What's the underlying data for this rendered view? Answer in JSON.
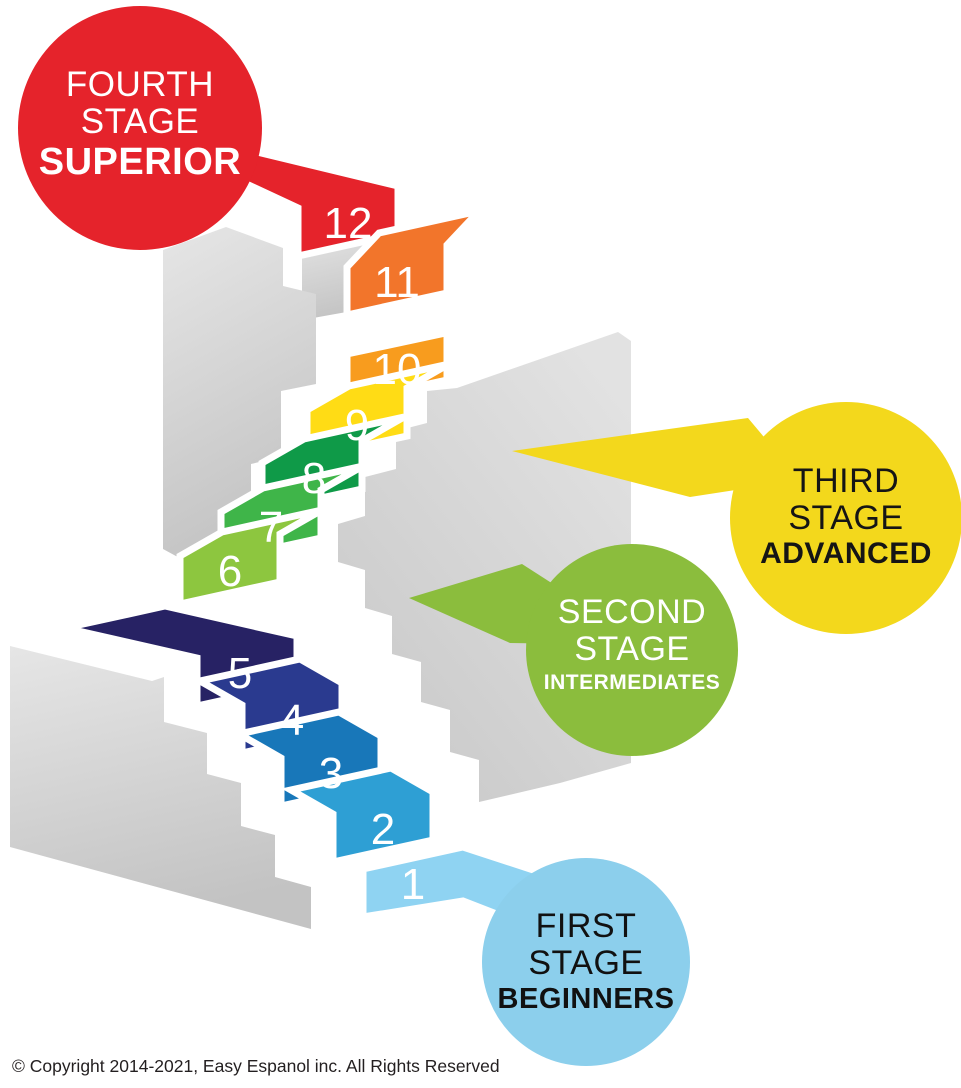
{
  "diagram": {
    "background": "#FFFFFF",
    "wall_color_top": "#E6E6E6",
    "wall_color_bottom": "#C3C3C3"
  },
  "steps": [
    {
      "number": "1",
      "color": "#8FD3F2"
    },
    {
      "number": "2",
      "color": "#2E9FD4"
    },
    {
      "number": "3",
      "color": "#1877B9"
    },
    {
      "number": "4",
      "color": "#2A3A8F"
    },
    {
      "number": "5",
      "color": "#272264"
    },
    {
      "number": "6",
      "color": "#8DC63F"
    },
    {
      "number": "7",
      "color": "#3FB549"
    },
    {
      "number": "8",
      "color": "#0F9A48"
    },
    {
      "number": "9",
      "color": "#FFDC15"
    },
    {
      "number": "10",
      "color": "#F89C1E"
    },
    {
      "number": "11",
      "color": "#F2752B"
    },
    {
      "number": "12",
      "color": "#E5232B"
    }
  ],
  "stages": [
    {
      "line1": "FIRST",
      "line2": "STAGE",
      "level": "BEGINNERS",
      "color": "#8CCFEC",
      "text_color": "#111111"
    },
    {
      "line1": "SECOND",
      "line2": "STAGE",
      "level": "INTERMEDIATES",
      "color": "#8BBD3D",
      "text_color": "#FFFFFF"
    },
    {
      "line1": "THIRD",
      "line2": "STAGE",
      "level": "ADVANCED",
      "color": "#F3D81C",
      "text_color": "#151515"
    },
    {
      "line1": "FOURTH",
      "line2": "STAGE",
      "level": "SUPERIOR",
      "color": "#E5232B",
      "text_color": "#FFFFFF"
    }
  ],
  "footer": {
    "copyright": "© Copyright 2014-2021, Easy Espanol inc. All  Rights Reserved"
  }
}
